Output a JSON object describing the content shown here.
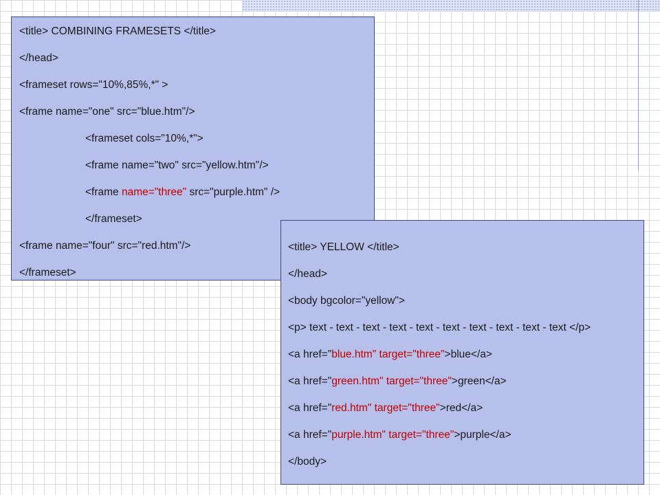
{
  "slide": {
    "code_box_1": {
      "lines": [
        {
          "text": "<title> COMBINING FRAMESETS </title>"
        },
        {
          "text": "</head>"
        },
        {
          "text": "<frameset rows=\"10%,85%,*\" >"
        },
        {
          "text": "<frame name=\"one\" src=\"blue.htm\"/>"
        },
        {
          "text": "<frameset cols=\"10%,*\">"
        },
        {
          "text": "<frame name=\"two\" src=\"yellow.htm\"/>"
        },
        {
          "pre": "<frame ",
          "hl": "name=\"three\"",
          "post": " src=\"purple.htm\" />"
        },
        {
          "text": "</frameset>"
        },
        {
          "text": "<frame name=\"four\" src=\"red.htm\"/>"
        },
        {
          "text": "</frameset>"
        }
      ]
    },
    "code_box_2": {
      "lines": [
        {
          "text": "<title> YELLOW </title>"
        },
        {
          "text": "</head>"
        },
        {
          "text": "<body bgcolor=\"yellow\">"
        },
        {
          "text": "<p> text - text - text - text - text - text - text - text - text - text </p>"
        },
        {
          "pre": "<a href=\"",
          "hl1": "blue.htm\"",
          "mid": " ",
          "hl2": "target=\"three\"",
          "post": ">blue</a>"
        },
        {
          "pre": "<a href=\"",
          "hl1": "green.htm\"",
          "mid": " ",
          "hl2": "target=\"three\"",
          "post": ">green</a>"
        },
        {
          "pre": "<a href=\"",
          "hl1": "red.htm\"",
          "mid": " ",
          "hl2": "target=\"three\"",
          "post": ">red</a>"
        },
        {
          "pre": "<a href=\"",
          "hl1": "purple.htm\"",
          "mid": " ",
          "hl2": "target=\"three\"",
          "post": ">purple</a>"
        },
        {
          "text": "</body>"
        }
      ]
    }
  },
  "colors": {
    "box_fill": "#b7bfeb",
    "box_border": "#3d4a7a",
    "highlight": "#c00000"
  }
}
